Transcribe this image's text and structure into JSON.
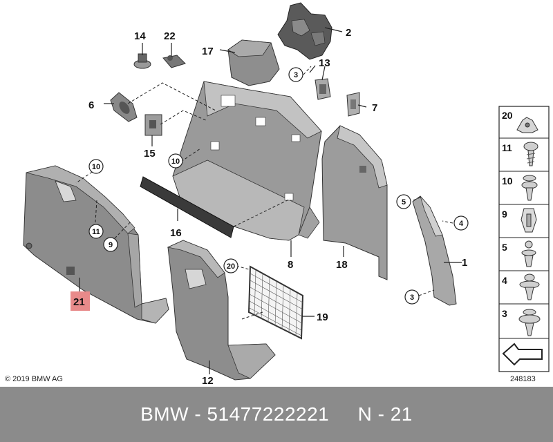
{
  "callouts": {
    "c1": "1",
    "c2": "2",
    "c6": "6",
    "c7": "7",
    "c8": "8",
    "c12": "12",
    "c13": "13",
    "c14": "14",
    "c15": "15",
    "c16": "16",
    "c17": "17",
    "c18": "18",
    "c19": "19",
    "c21": "21",
    "c22": "22"
  },
  "circled_refs": {
    "r3a": "3",
    "r3b": "3",
    "r4": "4",
    "r5": "5",
    "r9": "9",
    "r10a": "10",
    "r10b": "10",
    "r11": "11",
    "r20": "20"
  },
  "fastener_panel": [
    "20",
    "11",
    "10",
    "9",
    "5",
    "4",
    "3"
  ],
  "highlight_color": "#e88a8a",
  "copyright": "© 2019 BMW AG",
  "diagram_id": "248183",
  "footer": {
    "brand": "BMW",
    "part_number": "51477222221",
    "position": "N - 21",
    "line": "BMW - 51477222221     N - 21"
  }
}
